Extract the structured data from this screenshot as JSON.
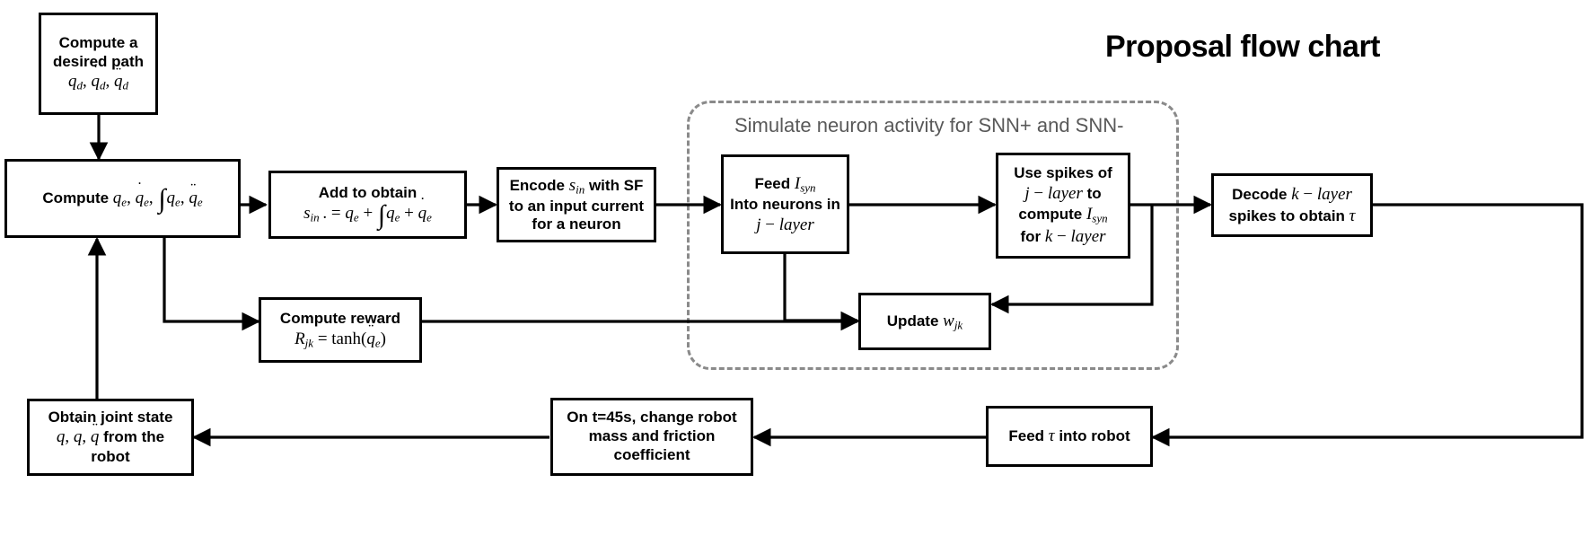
{
  "title": "Proposal flow chart",
  "group": {
    "label": "Simulate neuron activity for SNN+ and SNN-",
    "border_color": "#8a8a8a",
    "label_color": "#595959"
  },
  "colors": {
    "box_border": "#000000",
    "background": "#ffffff",
    "text": "#000000",
    "arrow": "#000000"
  },
  "nodes": {
    "desired_path": {
      "name": "compute-desired-path",
      "line1": "Compute a",
      "line2": "desired path",
      "formula": "q_d, q̇_d, q̈_d"
    },
    "compute_error": {
      "name": "compute-error-terms",
      "line1": "Compute q_e, q̇_e, ∫q_e, q̈_e"
    },
    "add_obtain": {
      "name": "add-to-obtain",
      "line1": "Add to obtain",
      "formula": "s_in. = q_e + ∫q_e + q̇_e"
    },
    "encode": {
      "name": "encode-sin-with-sf",
      "line1": "Encode s_in with SF",
      "line2": "to an input current",
      "line3": "for a neuron"
    },
    "feed_isyn": {
      "name": "feed-isyn-into-j-layer",
      "line1": "Feed I_syn",
      "line2": "Into neurons in",
      "line3": "j − layer"
    },
    "use_spikes": {
      "name": "use-spikes-compute-isyn",
      "line1": "Use spikes of",
      "line2": "j − layer to",
      "line3": "compute I_syn",
      "line4": "for k − layer"
    },
    "decode": {
      "name": "decode-k-layer-spikes",
      "line1": "Decode k − layer",
      "line2": "spikes to obtain τ"
    },
    "compute_reward": {
      "name": "compute-reward",
      "line1": "Compute reward",
      "formula": "R_jk = tanh(q̈_e)"
    },
    "update_w": {
      "name": "update-weights",
      "line1": "Update w_jk"
    },
    "change_robot": {
      "name": "change-robot-mass-friction",
      "line1": "On t=45s, change robot",
      "line2": "mass and friction",
      "line3": "coefficient"
    },
    "feed_tau": {
      "name": "feed-tau-into-robot",
      "line1": "Feed τ into robot"
    },
    "obtain_joint_state": {
      "name": "obtain-joint-state",
      "line1": "Obtain joint state",
      "line2": "q, q̇, q̈ from the",
      "line3": "robot"
    }
  },
  "chart_data": {
    "type": "diagram",
    "title": "Proposal flow chart",
    "diagram_kind": "flowchart",
    "node_order": [
      "Compute a desired path q_d, q̇_d, q̈_d",
      "Compute q_e, q̇_e, ∫q_e, q̈_e",
      "Add to obtain s_in. = q_e + ∫q_e + q̇_e",
      "Encode s_in with SF to an input current for a neuron",
      "Feed I_syn Into neurons in j − layer",
      "Use spikes of j − layer to compute I_syn for k − layer",
      "Decode k − layer spikes to obtain τ",
      "Compute reward R_jk = tanh(q̈_e)",
      "Update w_jk",
      "Feed τ into robot",
      "On t=45s, change robot mass and friction coefficient",
      "Obtain joint state q, q̇, q̈ from the robot"
    ],
    "edges": [
      {
        "from": "Compute a desired path",
        "to": "Compute q_e, q̇_e, ∫q_e, q̈_e"
      },
      {
        "from": "Compute q_e, q̇_e, ∫q_e, q̈_e",
        "to": "Add to obtain"
      },
      {
        "from": "Compute q_e, q̇_e, ∫q_e, q̈_e",
        "to": "Compute reward"
      },
      {
        "from": "Add to obtain",
        "to": "Encode s_in with SF"
      },
      {
        "from": "Encode s_in with SF",
        "to": "Feed I_syn Into neurons in j − layer"
      },
      {
        "from": "Feed I_syn Into neurons in j − layer",
        "to": "Use spikes of j − layer"
      },
      {
        "from": "Feed I_syn Into neurons in j − layer",
        "to": "Update w_jk"
      },
      {
        "from": "Use spikes of j − layer",
        "to": "Decode k − layer spikes"
      },
      {
        "from": "Use spikes of j − layer",
        "to": "Update w_jk"
      },
      {
        "from": "Compute reward",
        "to": "Update w_jk"
      },
      {
        "from": "Decode k − layer spikes",
        "to": "Feed τ into robot"
      },
      {
        "from": "Feed τ into robot",
        "to": "On t=45s, change robot mass and friction coefficient"
      },
      {
        "from": "On t=45s, change robot mass and friction coefficient",
        "to": "Obtain joint state q, q̇, q̈ from the robot"
      },
      {
        "from": "Obtain joint state q, q̇, q̈ from the robot",
        "to": "Compute q_e, q̇_e, ∫q_e, q̈_e"
      }
    ],
    "groups": [
      {
        "label": "Simulate neuron activity for SNN+ and SNN-",
        "members": [
          "Feed I_syn Into neurons in j − layer",
          "Use spikes of j − layer to compute I_syn for k − layer",
          "Update w_jk"
        ]
      }
    ]
  }
}
